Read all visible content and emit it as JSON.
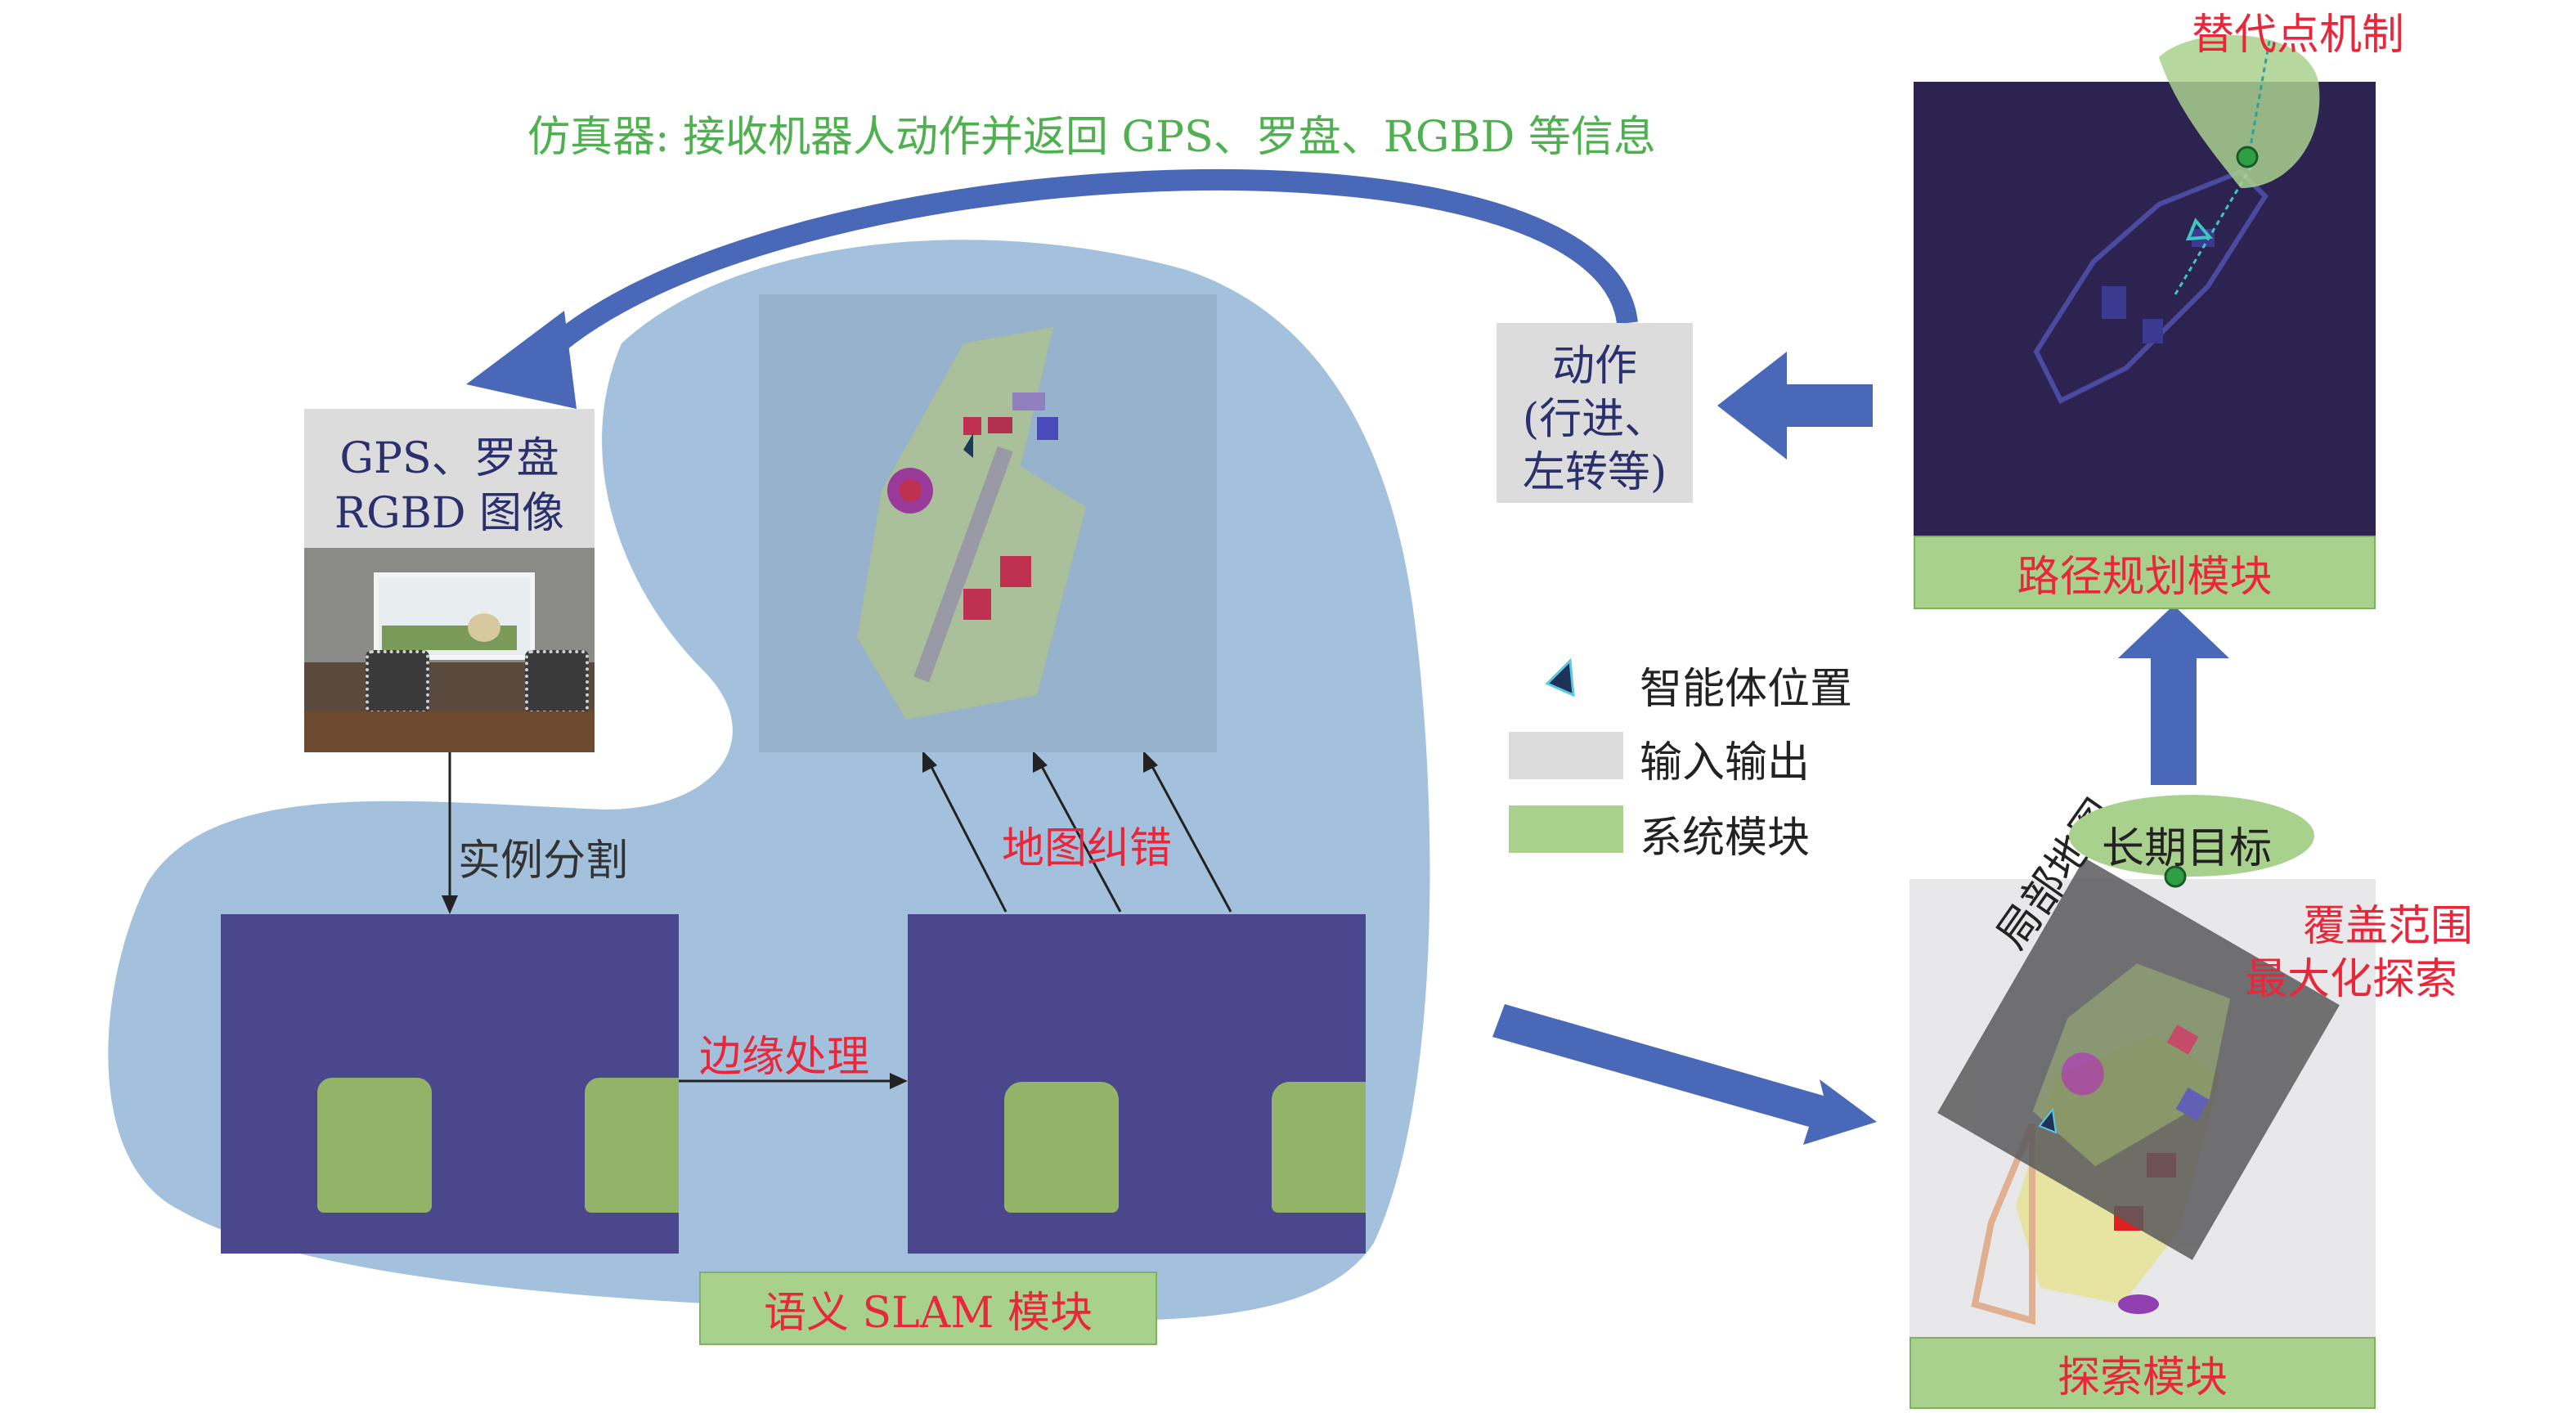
{
  "simulator_caption": "仿真器: 接收机器人动作并返回 GPS、罗盘、RGBD 等信息",
  "input_box": {
    "line1": "GPS、罗盘",
    "line2": "RGBD 图像"
  },
  "action_box": {
    "line1": "动作",
    "line2": "(行进、",
    "line3": "左转等)"
  },
  "instance_segmentation": "实例分割",
  "edge_processing": "边缘处理",
  "map_correction": "地图纠错",
  "semantic_slam_module": "语义 SLAM 模块",
  "path_planning_module": "路径规划模块",
  "exploration_module": "探索模块",
  "waypoint_mechanism": "替代点机制",
  "long_term_goal": "长期目标",
  "local_map": "局部地图",
  "coverage_label": {
    "line1": "覆盖范围",
    "line2": "最大化探索"
  },
  "legend": [
    {
      "label": "智能体位置",
      "symbol": "agent-triangle-icon"
    },
    {
      "label": "输入输出",
      "symbol": "gray-swatch"
    },
    {
      "label": "系统模块",
      "symbol": "green-swatch"
    }
  ],
  "colors": {
    "slam_blob": "#a3c1dc",
    "arrow_blue": "#4a68b8",
    "seg_background": "#4a478c",
    "seg_object": "#93b468",
    "module_green": "#a9d18e",
    "io_gray": "#dcdcdc",
    "text_red": "#e8283a",
    "text_green": "#4fb04f",
    "path_map_bg": "#2d2350"
  }
}
